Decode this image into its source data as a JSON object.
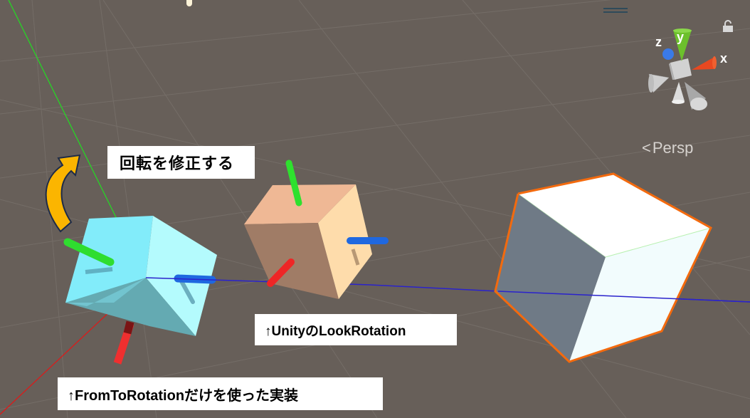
{
  "scene_view": {
    "background_color": "#675f59",
    "grid_color": "#7a736d",
    "projection_label": "Persp",
    "axis_lines": {
      "x_color": "#e01818",
      "y_color": "#22dd22",
      "z_color": "#2a22cc"
    }
  },
  "gizmo": {
    "axes": [
      {
        "label": "y",
        "color": "#6cc02c"
      },
      {
        "label": "z",
        "color": "#3a7ae8"
      },
      {
        "label": "x",
        "color": "#e84820"
      }
    ],
    "lock_icon": "lock-open-icon",
    "menu_icon": "hamburger-icon"
  },
  "objects": [
    {
      "name": "FromToRotation cube",
      "face_color": "#82ecfa",
      "light_face": "#b4fbfd",
      "shadow_face": "#64aab2"
    },
    {
      "name": "LookRotation cube",
      "face_color": "#a07c66",
      "light_face": "#fedcab",
      "top_face": "#efb895"
    },
    {
      "name": "Selected target cube",
      "face_color": "#6f7a86",
      "light_face": "#f2fcfd",
      "top_face": "#ffffff",
      "outline_color": "#f36a0e"
    }
  ],
  "annotations": {
    "fix_rotation": "回転を修正する",
    "look_rotation": "↑UnityのLookRotation",
    "from_to_rotation": "↑FromToRotationだけを使った実装",
    "arrow_color": "#fbb500"
  }
}
